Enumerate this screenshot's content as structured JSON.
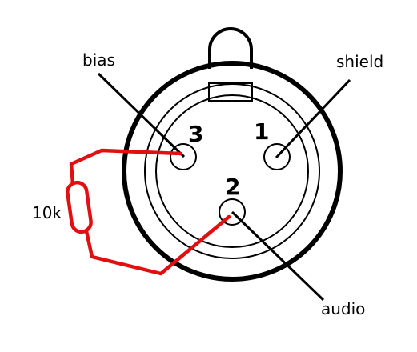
{
  "labels": {
    "bias": "bias",
    "shield": "shield",
    "audio": "audio",
    "resistor": "10k"
  },
  "pins": {
    "pin1": "1",
    "pin2": "2",
    "pin3": "3"
  },
  "colors": {
    "outline": "#000000",
    "wire": "#e01010",
    "background": "#ffffff"
  }
}
